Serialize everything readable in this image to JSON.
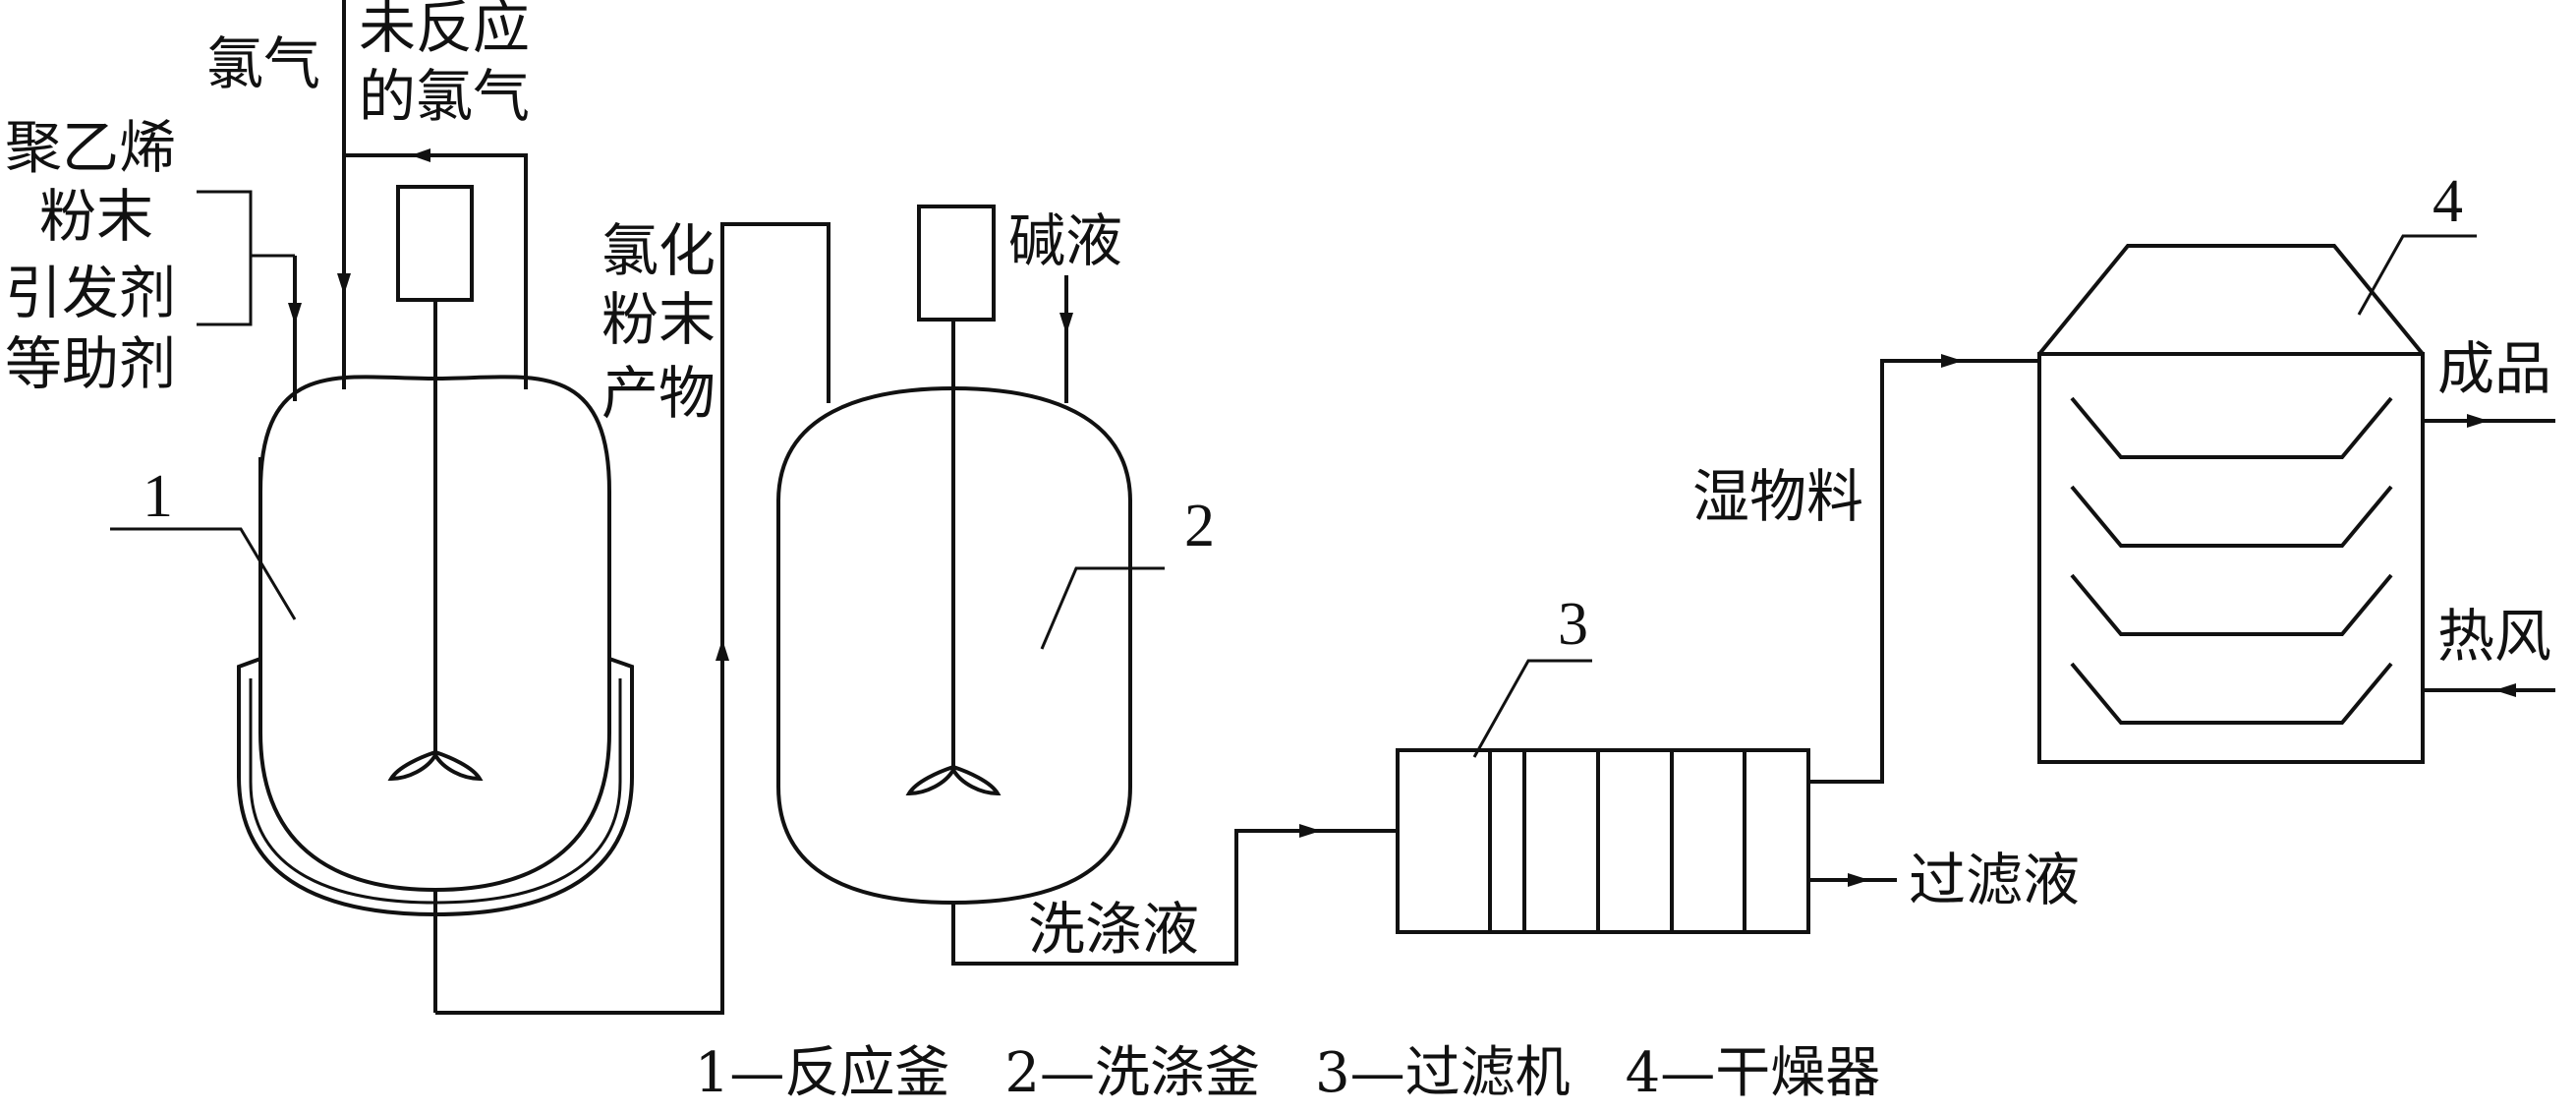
{
  "labels": {
    "chlorine": "氯气",
    "unreacted_line1": "未反应",
    "unreacted_line2": "的氯气",
    "pe_line1": "聚乙烯",
    "pe_line2": "粉末",
    "init_line1": "引发剂",
    "init_line2": "等助剂",
    "product_line1": "氯化",
    "product_line2": "粉末",
    "product_line3": "产物",
    "alkali": "碱液",
    "wash_liquid": "洗涤液",
    "wet_material": "湿物料",
    "filtrate": "过滤液",
    "finished": "成品",
    "hot_air": "热风"
  },
  "numbers": {
    "reactor": "1",
    "washer": "2",
    "filter": "3",
    "dryer": "4"
  },
  "caption": "1—反应釜　2—洗涤釜　3—过滤机　4—干燥器"
}
